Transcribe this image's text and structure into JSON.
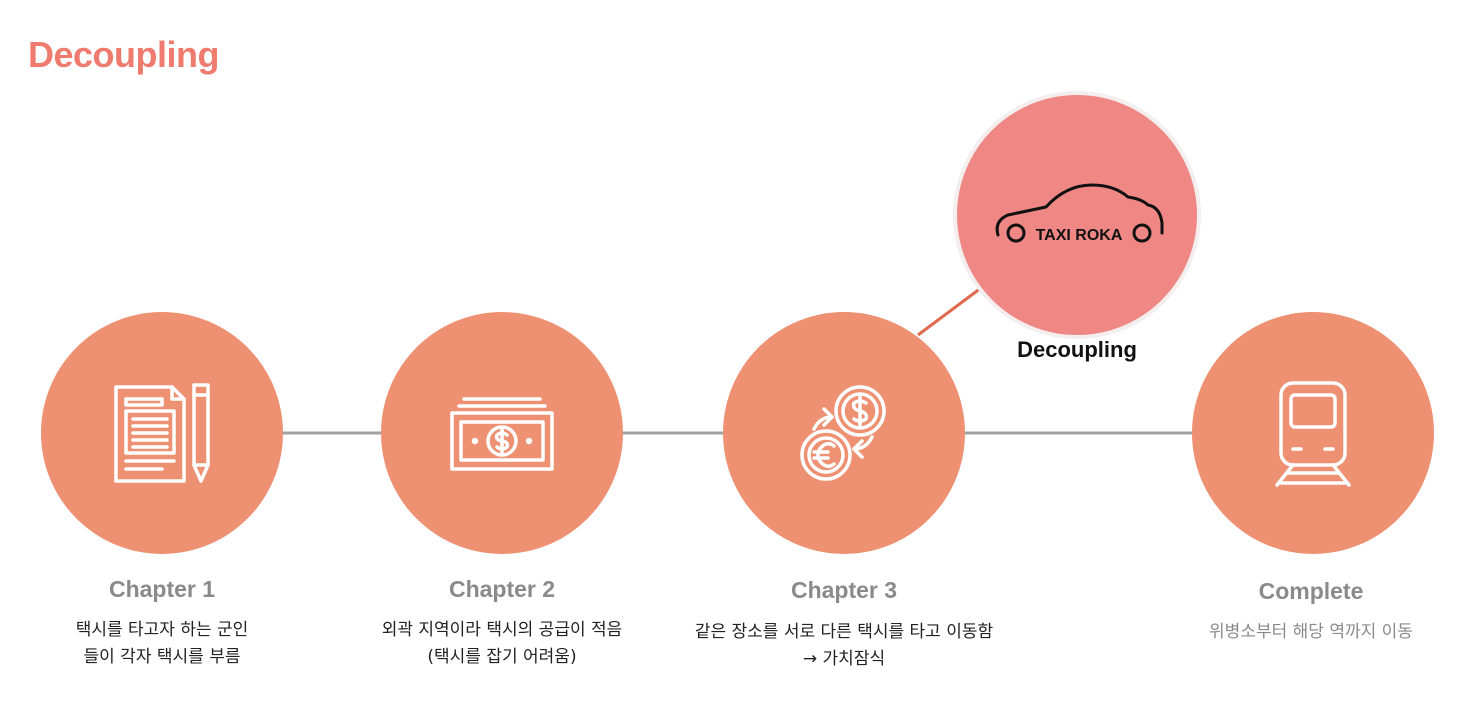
{
  "page": {
    "title": "Decoupling"
  },
  "colors": {
    "accent": "#EF7B6F",
    "circle": "#EE9173",
    "highlight": "#EF8884",
    "connector": "#A0A0A0",
    "branch": "#E06A4E",
    "heading": "#8A8A8A",
    "desc": "#222222",
    "desc_muted": "#8A8A8A"
  },
  "steps": [
    {
      "icon": "document-pencil-icon",
      "heading": "Chapter 1",
      "desc": "택시를 타고자 하는 군인\n들이 각자 택시를 부름"
    },
    {
      "icon": "money-bill-icon",
      "heading": "Chapter 2",
      "desc": "외곽 지역이라 택시의 공급이 적음\n(택시를 잡기 어려움)"
    },
    {
      "icon": "currency-exchange-icon",
      "heading": "Chapter 3",
      "desc": "같은 장소를 서로 다른 택시를 타고 이동함\n→ 가치잠식"
    },
    {
      "icon": "train-icon",
      "heading": "Complete",
      "desc": "위병소부터 해당 역까지 이동"
    }
  ],
  "highlight": {
    "icon": "taxi-car-icon",
    "logo_text": "TAXI ROKA",
    "label": "Decoupling"
  }
}
